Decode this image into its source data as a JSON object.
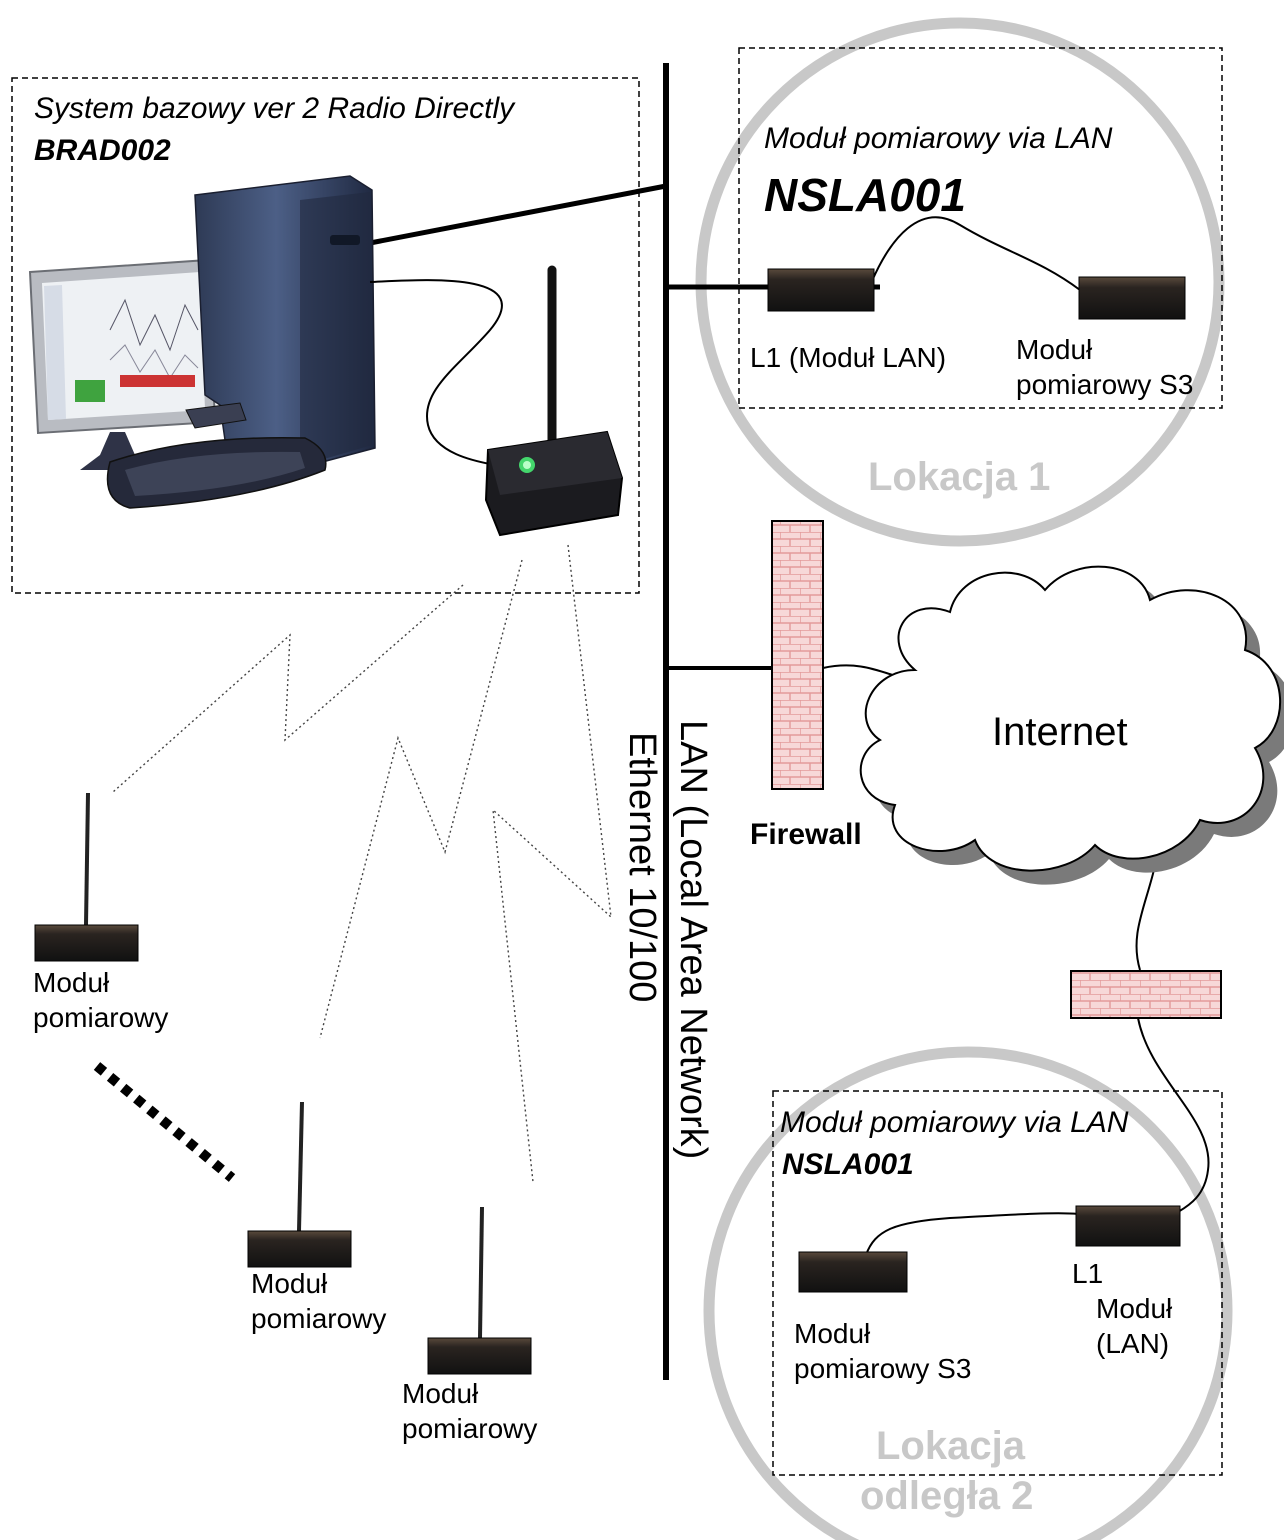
{
  "base_system": {
    "title": "System bazowy ver 2 Radio Directly",
    "code": "BRAD002"
  },
  "lan": {
    "line1": "LAN (Local Area Network)",
    "line2": "Ethernet 10/100"
  },
  "location1": {
    "title": "Moduł pomiarowy via LAN",
    "code": "NSLA001",
    "lan_module": "L1 (Moduł LAN)",
    "sensor_module_line1": "Moduł",
    "sensor_module_line2": "pomiarowy S3",
    "label": "Lokacja 1"
  },
  "firewall": {
    "label": "Firewall"
  },
  "internet": {
    "label": "Internet"
  },
  "location2": {
    "title": "Moduł pomiarowy via LAN",
    "code": "NSLA001",
    "lan_module_line1": "L1",
    "lan_module_line2": "Moduł",
    "lan_module_line3": "(LAN)",
    "sensor_module_line1": "Moduł",
    "sensor_module_line2": "pomiarowy S3",
    "label_line1": "Lokacja",
    "label_line2": "odległa 2"
  },
  "radio_modules": [
    {
      "line1": "Moduł",
      "line2": "pomiarowy"
    },
    {
      "line1": "Moduł",
      "line2": "pomiarowy"
    },
    {
      "line1": "Moduł",
      "line2": "pomiarowy"
    }
  ],
  "colors": {
    "frame": "#000000",
    "location_ring": "#c8c8c8",
    "firewall_brick": "#f7d8d8",
    "firewall_mortar": "#e39a9a",
    "module_box": "#2a2420",
    "cloud_shadow": "#7a7a7a"
  }
}
